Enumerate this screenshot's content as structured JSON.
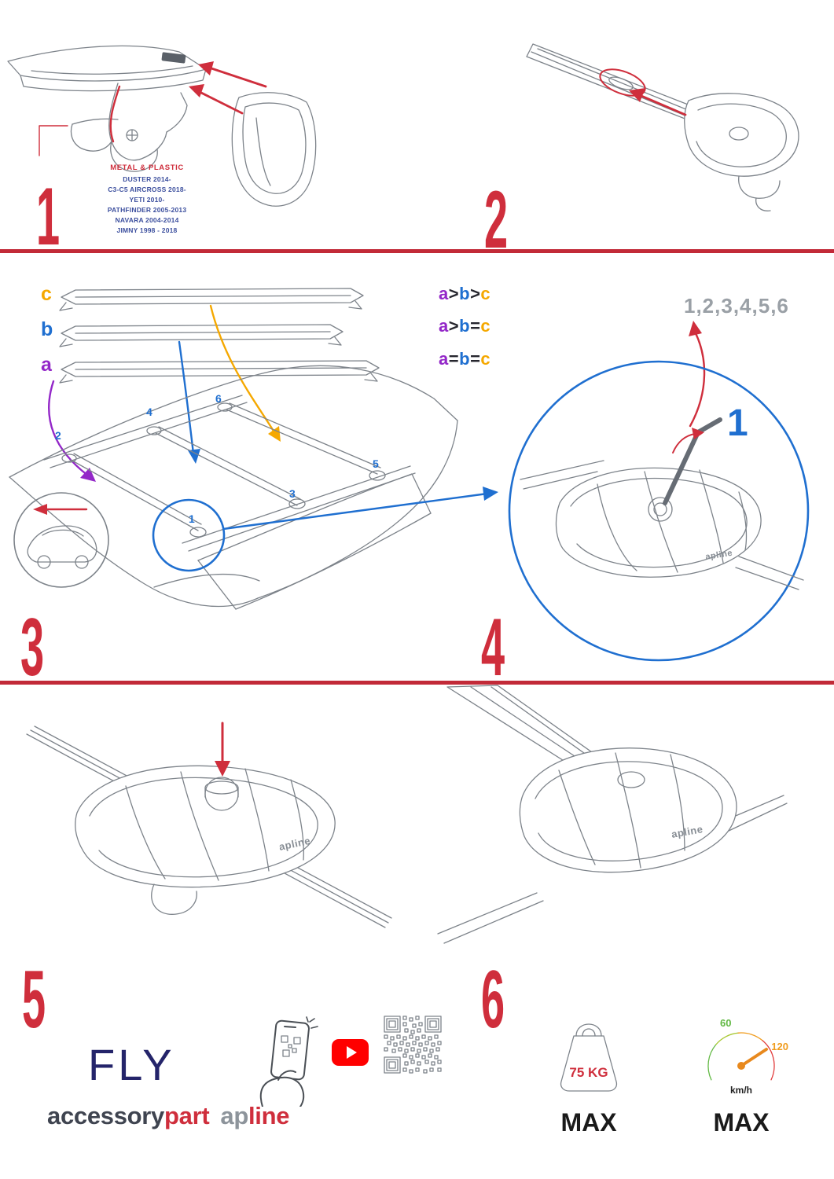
{
  "colors": {
    "accent_red": "#cf2e3c",
    "blue": "#1f6fd0",
    "purple": "#9327c8",
    "orange": "#f5a800",
    "navy_fly": "#24246a",
    "sequence_gray": "#9aa0a6",
    "youtube_red": "#ff0000",
    "gauge_green": "#62b944",
    "gauge_orange": "#f09c1e",
    "line_art_gray": "#7d838a"
  },
  "steps": {
    "s1": "1",
    "s2": "2",
    "s3": "3",
    "s4": "4",
    "s5": "5",
    "s6": "6"
  },
  "panel1": {
    "material": "METAL & PLASTIC",
    "models": [
      "DUSTER 2014-",
      "C3-C5 AIRCROSS 2018-",
      "YETI 2010-",
      "PATHFINDER 2005-2013",
      "NAVARA 2004-2014",
      "JIMNY 1998 - 2018"
    ]
  },
  "panel3": {
    "bar_labels": {
      "c": "c",
      "b": "b",
      "a": "a"
    },
    "legend": [
      {
        "p1": "a",
        "o1": ">",
        "p2": "b",
        "o2": ">",
        "p3": "c"
      },
      {
        "p1": "a",
        "o1": ">",
        "p2": "b",
        "o2": "=",
        "p3": "c"
      },
      {
        "p1": "a",
        "o1": "=",
        "p2": "b",
        "o2": "=",
        "p3": "c"
      }
    ],
    "positions": {
      "p1": "1",
      "p2": "2",
      "p3": "3",
      "p4": "4",
      "p5": "5",
      "p6": "6"
    }
  },
  "panel4": {
    "sequence": "1,2,3,4,5,6",
    "callout": "1",
    "brand": "apline"
  },
  "panel5": {
    "brand": "apline"
  },
  "panel6": {
    "brand": "apline"
  },
  "footer": {
    "fly": "FLY",
    "brand1_gray": "accessory",
    "brand1_red": "part",
    "brand2_gray": "ap",
    "brand2_red": "line",
    "weight_value": "75 KG",
    "weight_max": "MAX",
    "speed_low": "60",
    "speed_high": "120",
    "speed_unit": "km/h",
    "speed_max": "MAX"
  }
}
